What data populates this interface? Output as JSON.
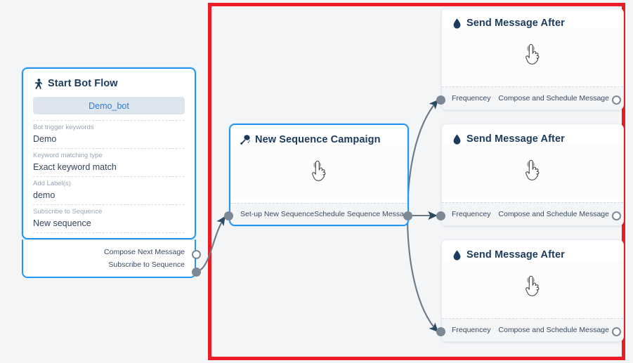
{
  "canvas": {
    "background_color": "#f4f5f7",
    "selection_frame_color": "#ec1c24"
  },
  "nodes": [
    {
      "id": "start-bot-flow",
      "title": "Start Bot Flow",
      "icon": "running-person-icon",
      "selected": true,
      "bot_name": "Demo_bot",
      "fields": [
        {
          "label": "Bot trigger keywords",
          "value": "Demo"
        },
        {
          "label": "Keyword matching type",
          "value": "Exact keyword match"
        },
        {
          "label": "Add Label(s)",
          "value": "demo"
        },
        {
          "label": "Subscribe to Sequence",
          "value": "New sequence"
        }
      ],
      "ports": [
        {
          "label": "Compose Next Message",
          "style": "hollow"
        },
        {
          "label": "Subscribe to Sequence",
          "style": "filled"
        }
      ]
    },
    {
      "id": "new-sequence-campaign",
      "title": "New Sequence Campaign",
      "icon": "megaphone-icon",
      "selected": true,
      "cursor": "pointing-hand-cursor",
      "footer_left": "Set-up New Sequence",
      "footer_right": "Schedule Sequence Message"
    },
    {
      "id": "send-message-after-1",
      "title": "Send Message After",
      "icon": "water-drop-icon",
      "selected": false,
      "cursor": "pointing-hand-cursor",
      "footer_left": "Frequencey",
      "footer_right": "Compose and Schedule Message"
    },
    {
      "id": "send-message-after-2",
      "title": "Send Message After",
      "icon": "water-drop-icon",
      "selected": false,
      "cursor": "pointing-hand-cursor",
      "footer_left": "Frequencey",
      "footer_right": "Compose and Schedule Message"
    },
    {
      "id": "send-message-after-3",
      "title": "Send Message After",
      "icon": "water-drop-icon",
      "selected": false,
      "cursor": "pointing-hand-cursor",
      "footer_left": "Frequencey",
      "footer_right": "Compose and Schedule Message"
    }
  ],
  "colors": {
    "node_selected_border": "#2196f3",
    "title_text": "#1b3a5c",
    "port": "#7d8896",
    "edge": "#6b7886",
    "pill_background": "#dde6ef",
    "pill_text": "#2e7fd1"
  }
}
